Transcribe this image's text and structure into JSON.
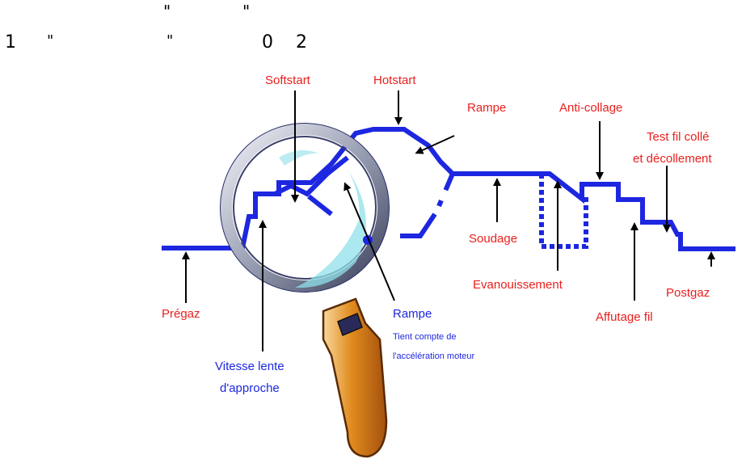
{
  "header": {
    "line1_quote_open": "\"",
    "line1_quote_close": "\"",
    "line2_number": "1",
    "line2_quote_open": "\"",
    "line2_quote_close": "\"",
    "line2_value_a": "0",
    "line2_value_b": "2"
  },
  "labels": {
    "softstart": "Softstart",
    "hotstart": "Hotstart",
    "rampe_top": "Rampe",
    "anti_collage": "Anti-collage",
    "test_fil_line1": "Test fil collé",
    "test_fil_line2": "et  décollement",
    "soudage": "Soudage",
    "evanouissement": "Evanouissement",
    "postgaz": "Postgaz",
    "affutage_fil": "Affutage fil",
    "pregaz": "Prégaz",
    "rampe_bottom": "Rampe",
    "rampe_note_line1": "Tient compte de",
    "rampe_note_line2": "l'accélération moteur",
    "vitesse_line1": "Vitesse lente",
    "vitesse_line2": "d'approche"
  },
  "colors": {
    "phase_label": "#e8201e",
    "ramp_label": "#1d27e0",
    "curve": "#1d27e0",
    "arrow": "#000000"
  },
  "icons": {
    "magnifier": "magnifying-glass-icon"
  }
}
